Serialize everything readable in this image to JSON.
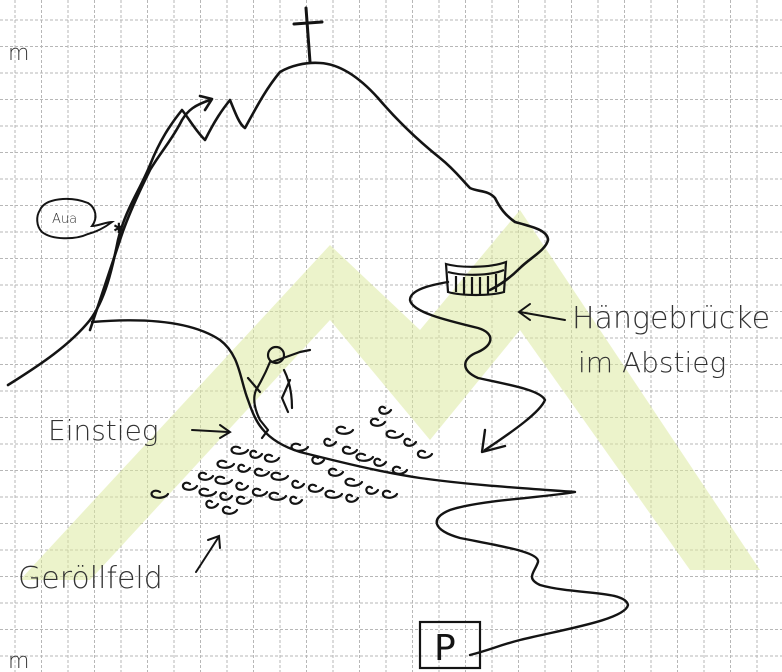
{
  "labels": {
    "top_margin_mark": "m",
    "bottom_margin_mark": "m",
    "aua": "Aua",
    "haengebruecke_line1": "Hängebrücke",
    "haengebruecke_line2": "im Abstieg",
    "einstieg": "Einstieg",
    "geroellfeld": "Geröllfeld",
    "parking": "P"
  },
  "colors": {
    "grid": "#b7b7b7",
    "ink": "#141414",
    "watermark": "#e8f0b8",
    "label_text": "#3a3a3a"
  },
  "icons": {
    "summit_cross": "summit-cross-icon",
    "climber": "climber-figure-icon",
    "parking": "parking-sign-icon"
  }
}
